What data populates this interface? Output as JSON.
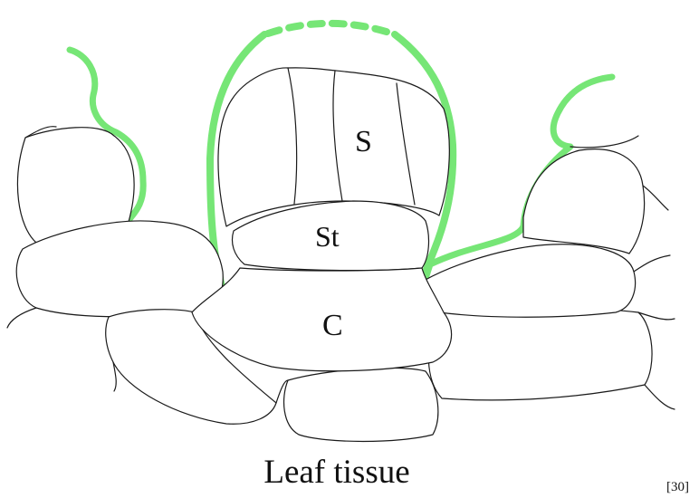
{
  "diagram": {
    "labels": {
      "spores": "S",
      "stalk": "St",
      "center": "C"
    },
    "caption": "Leaf tissue",
    "reference": "[30]"
  },
  "colors": {
    "cuticle": "#76e676",
    "outline": "#1a1a1a"
  }
}
